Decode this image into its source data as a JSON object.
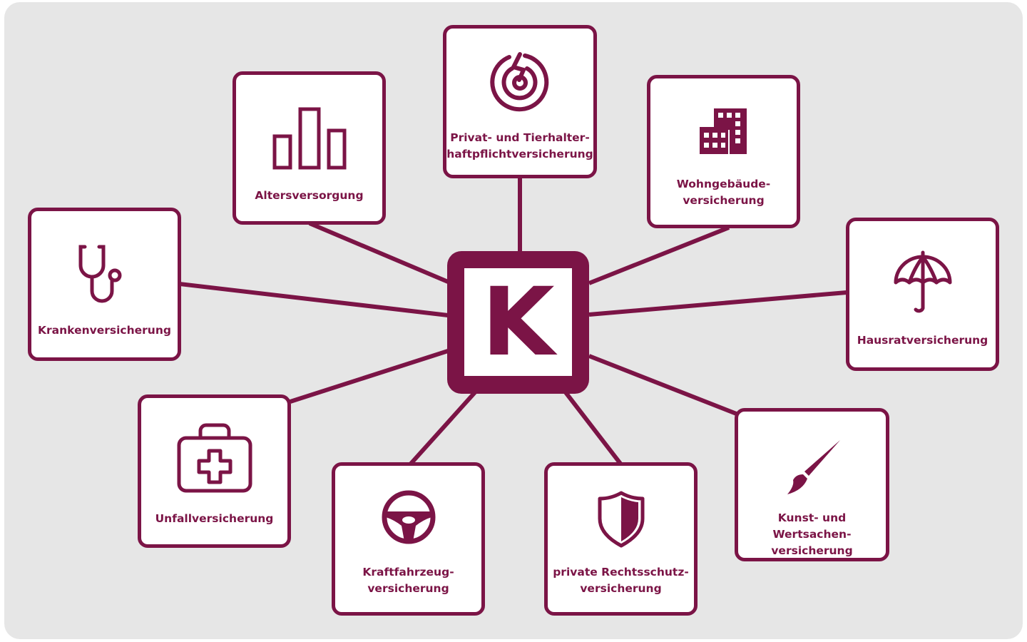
{
  "colors": {
    "accent": "#7b1446",
    "panel": "#e6e6e6",
    "box": "#ffffff"
  },
  "center": {
    "letter": "K"
  },
  "nodes": {
    "altersversorgung": {
      "label": "Altersversorgung",
      "icon": "bar-chart-icon"
    },
    "haftpflicht": {
      "label": "Privat- und Tierhalter-\nhaftpflichtversicherung",
      "icon": "broken-target-icon"
    },
    "wohngebaeude": {
      "label": "Wohngebäude-\nversicherung",
      "icon": "buildings-icon"
    },
    "kranken": {
      "label": "Krankenversicherung",
      "icon": "stethoscope-icon"
    },
    "hausrat": {
      "label": "Hausratversicherung",
      "icon": "umbrella-icon"
    },
    "unfall": {
      "label": "Unfallversicherung",
      "icon": "first-aid-kit-icon"
    },
    "kunst": {
      "label": "Kunst- und Wertsachen-\nversicherung",
      "icon": "paintbrush-icon"
    },
    "kfz": {
      "label": "Kraftfahrzeug-\nversicherung",
      "icon": "steering-wheel-icon"
    },
    "rechtsschutz": {
      "label": "private Rechtsschutz-\nversicherung",
      "icon": "shield-icon"
    }
  }
}
